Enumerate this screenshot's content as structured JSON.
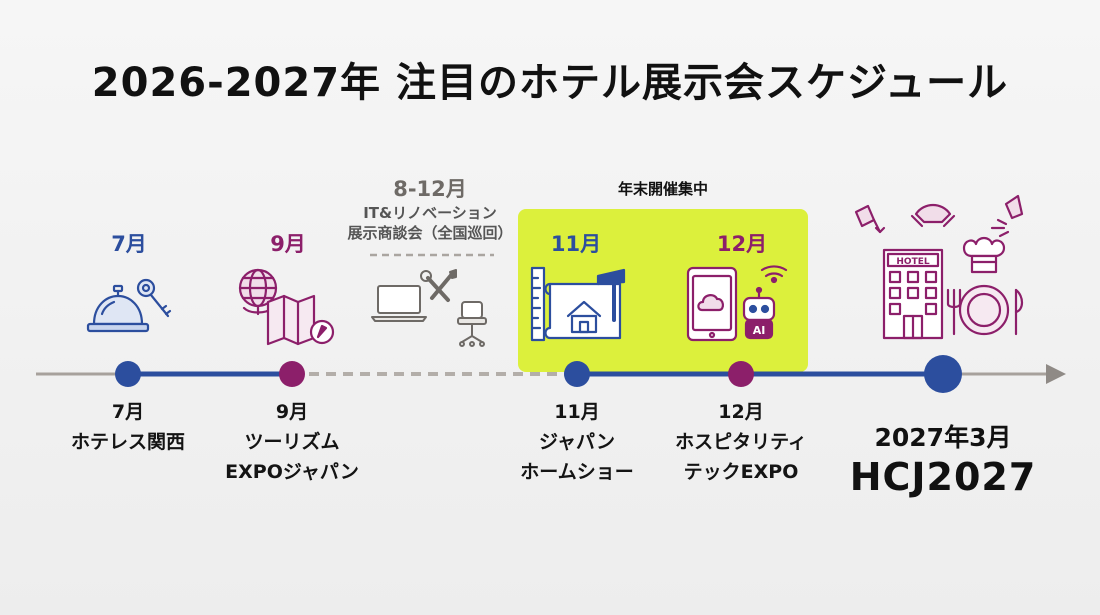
{
  "title": "2026-2027年 注目のホテル展示会スケジュール",
  "highlight_label": "年末開催集中",
  "it_renovation": {
    "period": "8-12月",
    "line1": "IT&リノベーション",
    "line2": "展示商談会（全国巡回）"
  },
  "events": [
    {
      "top_month": "7月",
      "month": "7月",
      "name_line1": "ホテレス関西",
      "name_line2": "",
      "icon": "service-bell-key-icon",
      "color": "#2c4e9e"
    },
    {
      "top_month": "9月",
      "month": "9月",
      "name_line1": "ツーリズム",
      "name_line2": "EXPOジャパン",
      "icon": "globe-map-compass-icon",
      "color": "#8c1f6a"
    },
    {
      "top_month": "11月",
      "month": "11月",
      "name_line1": "ジャパン",
      "name_line2": "ホームショー",
      "icon": "blueprint-house-hammer-icon",
      "color": "#2c4e9e"
    },
    {
      "top_month": "12月",
      "month": "12月",
      "name_line1": "ホスピタリティ",
      "name_line2": "テックEXPO",
      "icon": "tablet-cloud-ai-robot-icon",
      "color": "#8c1f6a"
    }
  ],
  "final_event": {
    "date": "2027年3月",
    "name": "HCJ2027",
    "icon": "hotel-food-service-icon",
    "color": "#2c4e9e"
  },
  "colors": {
    "blue": "#2c4e9e",
    "purple": "#8c1f6a",
    "highlight": "#dcf03c",
    "gray_line": "#a7a19c"
  }
}
